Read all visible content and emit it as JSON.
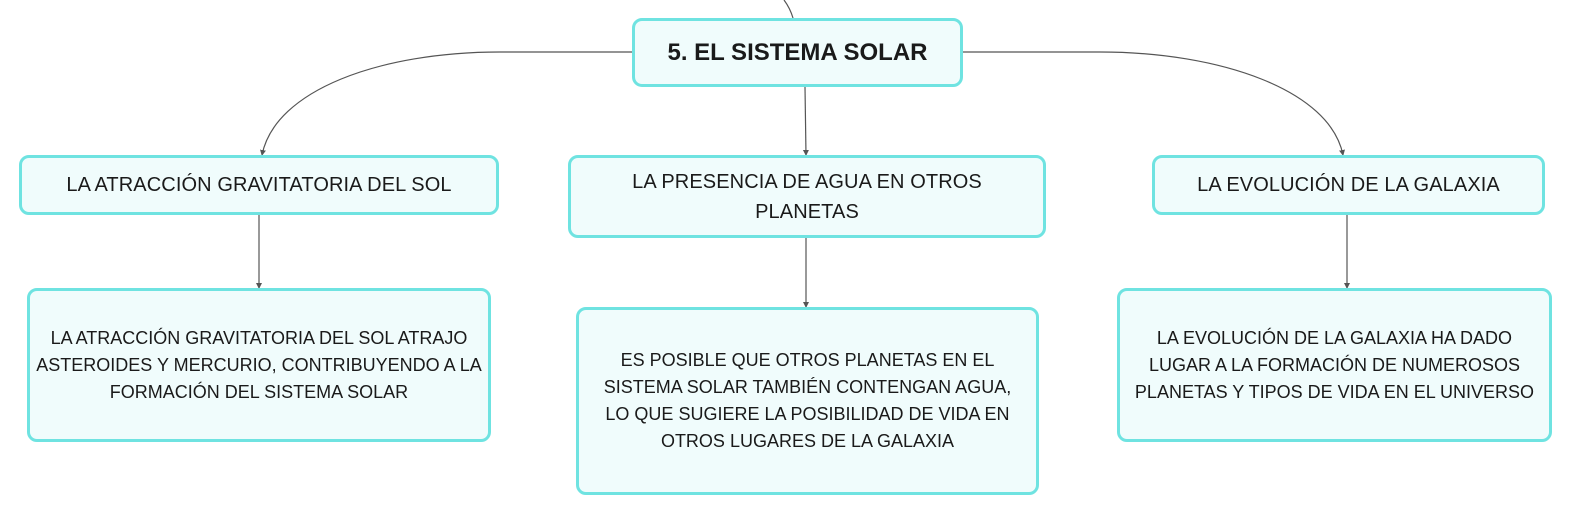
{
  "diagram": {
    "root": {
      "label": "5. EL SISTEMA SOLAR"
    },
    "branches": [
      {
        "topic": "LA ATRACCIÓN GRAVITATORIA DEL SOL",
        "detail": "LA ATRACCIÓN GRAVITATORIA DEL SOL ATRAJO ASTEROIDES Y MERCURIO, CONTRIBUYENDO A LA FORMACIÓN DEL SISTEMA SOLAR"
      },
      {
        "topic": "LA PRESENCIA DE AGUA EN OTROS PLANETAS",
        "detail": "ES POSIBLE QUE OTROS PLANETAS EN EL SISTEMA SOLAR TAMBIÉN CONTENGAN AGUA, LO QUE SUGIERE LA POSIBILIDAD DE VIDA EN OTROS LUGARES DE LA GALAXIA"
      },
      {
        "topic": "LA EVOLUCIÓN DE LA GALAXIA",
        "detail": "LA EVOLUCIÓN DE LA GALAXIA HA DADO LUGAR A LA FORMACIÓN DE NUMEROSOS PLANETAS Y TIPOS DE VIDA EN EL UNIVERSO"
      }
    ],
    "colors": {
      "node_border": "#6fe3e1",
      "node_fill": "#f0fcfc",
      "connector": "#555555"
    }
  }
}
